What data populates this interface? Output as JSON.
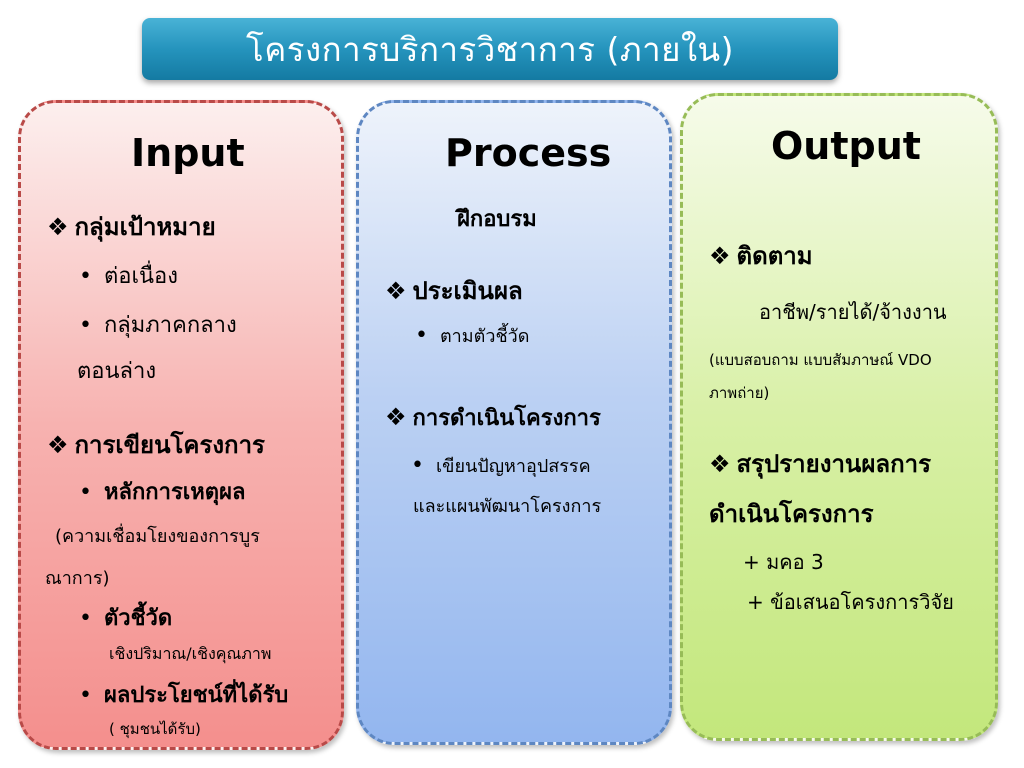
{
  "title": "โครงการบริการวิชาการ (ภายใน)",
  "bullet_glyph": "❖",
  "dot_glyph": "•",
  "input": {
    "heading": "Input",
    "target_group": {
      "label": "กลุ่มเป้าหมาย",
      "item1": "ต่อเนื่อง",
      "item2_line1": "กลุ่มภาคกลาง",
      "item2_line2": "ตอนล่าง"
    },
    "proposal": {
      "label": "การเขียนโครงการ",
      "rationale": "หลักการเหตุผล",
      "rationale_note_line1": "(ความเชื่อมโยงของการบูร",
      "rationale_note_line2": "ณาการ)",
      "indicator": "ตัวชี้วัด",
      "indicator_note": "เชิงปริมาณ/เชิงคุณภาพ",
      "benefit": "ผลประโยชน์ที่ได้รับ",
      "benefit_note": "( ชุมชนได้รับ)"
    }
  },
  "process": {
    "heading": "Process",
    "training": "ฝึกอบรม",
    "evaluation": {
      "label": "ประเมินผล",
      "item": "ตามตัวชี้วัด"
    },
    "implementation": {
      "label": "การดำเนินโครงการ",
      "item_line1": "เขียนปัญหาอุปสรรค",
      "item_line2": "และแผนพัฒนาโครงการ"
    }
  },
  "output": {
    "heading": "Output",
    "follow_up": {
      "label": "ติดตาม",
      "line1": "อาชีพ/รายได้/จ้างงาน",
      "line2": "(แบบสอบถาม แบบสัมภาษณ์ VDO",
      "line3": "ภาพถ่าย)"
    },
    "summary": {
      "label_line1": "สรุปรายงานผลการ",
      "label_line2": "ดำเนินโครงการ",
      "item1": "+ มคอ 3",
      "item2": "+ ข้อเสนอโครงการวิจัย"
    }
  }
}
